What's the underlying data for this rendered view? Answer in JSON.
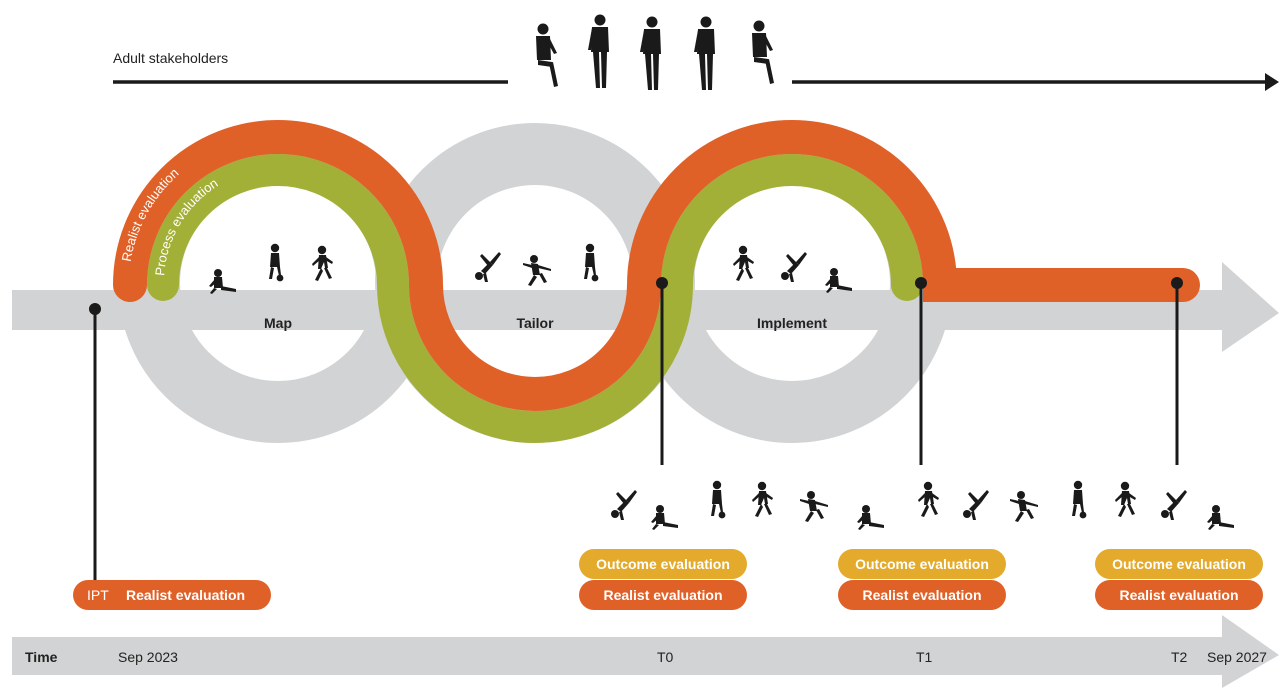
{
  "stakeholders": {
    "label": "Adult stakeholders"
  },
  "stages": [
    {
      "id": "map",
      "label": "Map"
    },
    {
      "id": "tailor",
      "label": "Tailor"
    },
    {
      "id": "implement",
      "label": "Implement"
    }
  ],
  "tracks": {
    "realist": "Realist evaluation",
    "process": "Process evaluation"
  },
  "milestones": {
    "ipt": {
      "tag": "IPT",
      "realist": "Realist evaluation"
    },
    "t0": {
      "outcome": "Outcome evaluation",
      "realist": "Realist evaluation"
    },
    "t1": {
      "outcome": "Outcome evaluation",
      "realist": "Realist evaluation"
    },
    "t2": {
      "outcome": "Outcome evaluation",
      "realist": "Realist evaluation"
    }
  },
  "timeline": {
    "label": "Time",
    "start": "Sep 2023",
    "t0": "T0",
    "t1": "T1",
    "t2": "T2",
    "end": "Sep 2027"
  },
  "colors": {
    "orange": "#e06128",
    "green": "#a3b038",
    "gray": "#d2d3d4",
    "yellow": "#e3aa2b",
    "dark": "#1a1a1a"
  },
  "icons": {
    "adult": "person-silhouette-icon",
    "youth": "youth-football-player-icon"
  }
}
